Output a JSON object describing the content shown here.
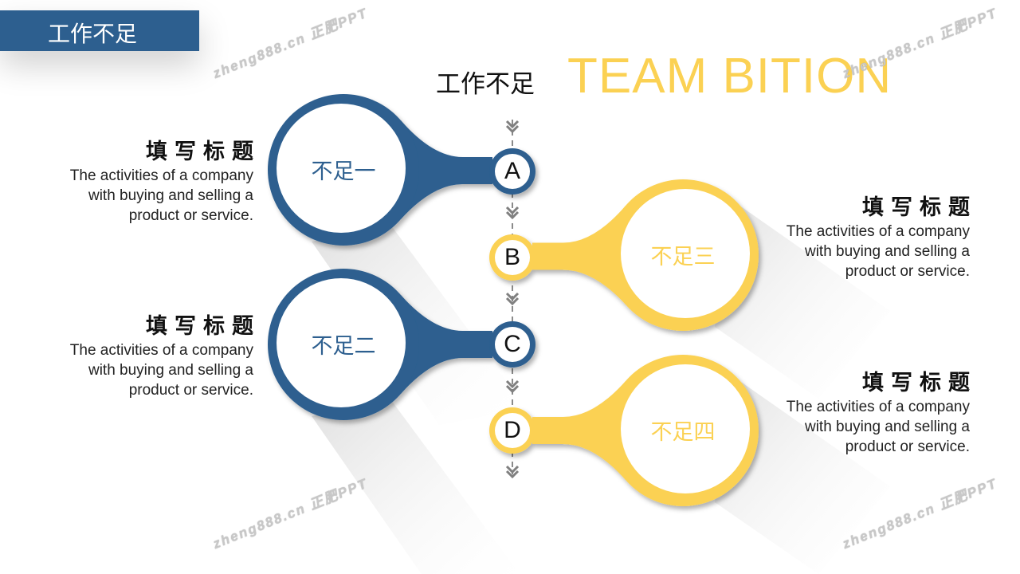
{
  "header": {
    "label": "工作不足"
  },
  "title": {
    "cn": "工作不足",
    "en": "TEAM BITION"
  },
  "colors": {
    "blue": "#2d5f8f",
    "yellow": "#fbd153"
  },
  "items": [
    {
      "letter": "A",
      "bubble": "不足一",
      "heading": "填写标题",
      "desc": [
        "The activities of a company",
        "with buying and selling a",
        "product or service."
      ]
    },
    {
      "letter": "B",
      "bubble": "不足三",
      "heading": "填写标题",
      "desc": [
        "The activities of a company",
        "with buying and selling a",
        "product or service."
      ]
    },
    {
      "letter": "C",
      "bubble": "不足二",
      "heading": "填写标题",
      "desc": [
        "The activities of a company",
        "with buying and selling a",
        "product or service."
      ]
    },
    {
      "letter": "D",
      "bubble": "不足四",
      "heading": "填写标题",
      "desc": [
        "The activities of a company",
        "with buying and selling a",
        "product or service."
      ]
    }
  ],
  "watermark": "zheng888.cn 正肥PPT"
}
